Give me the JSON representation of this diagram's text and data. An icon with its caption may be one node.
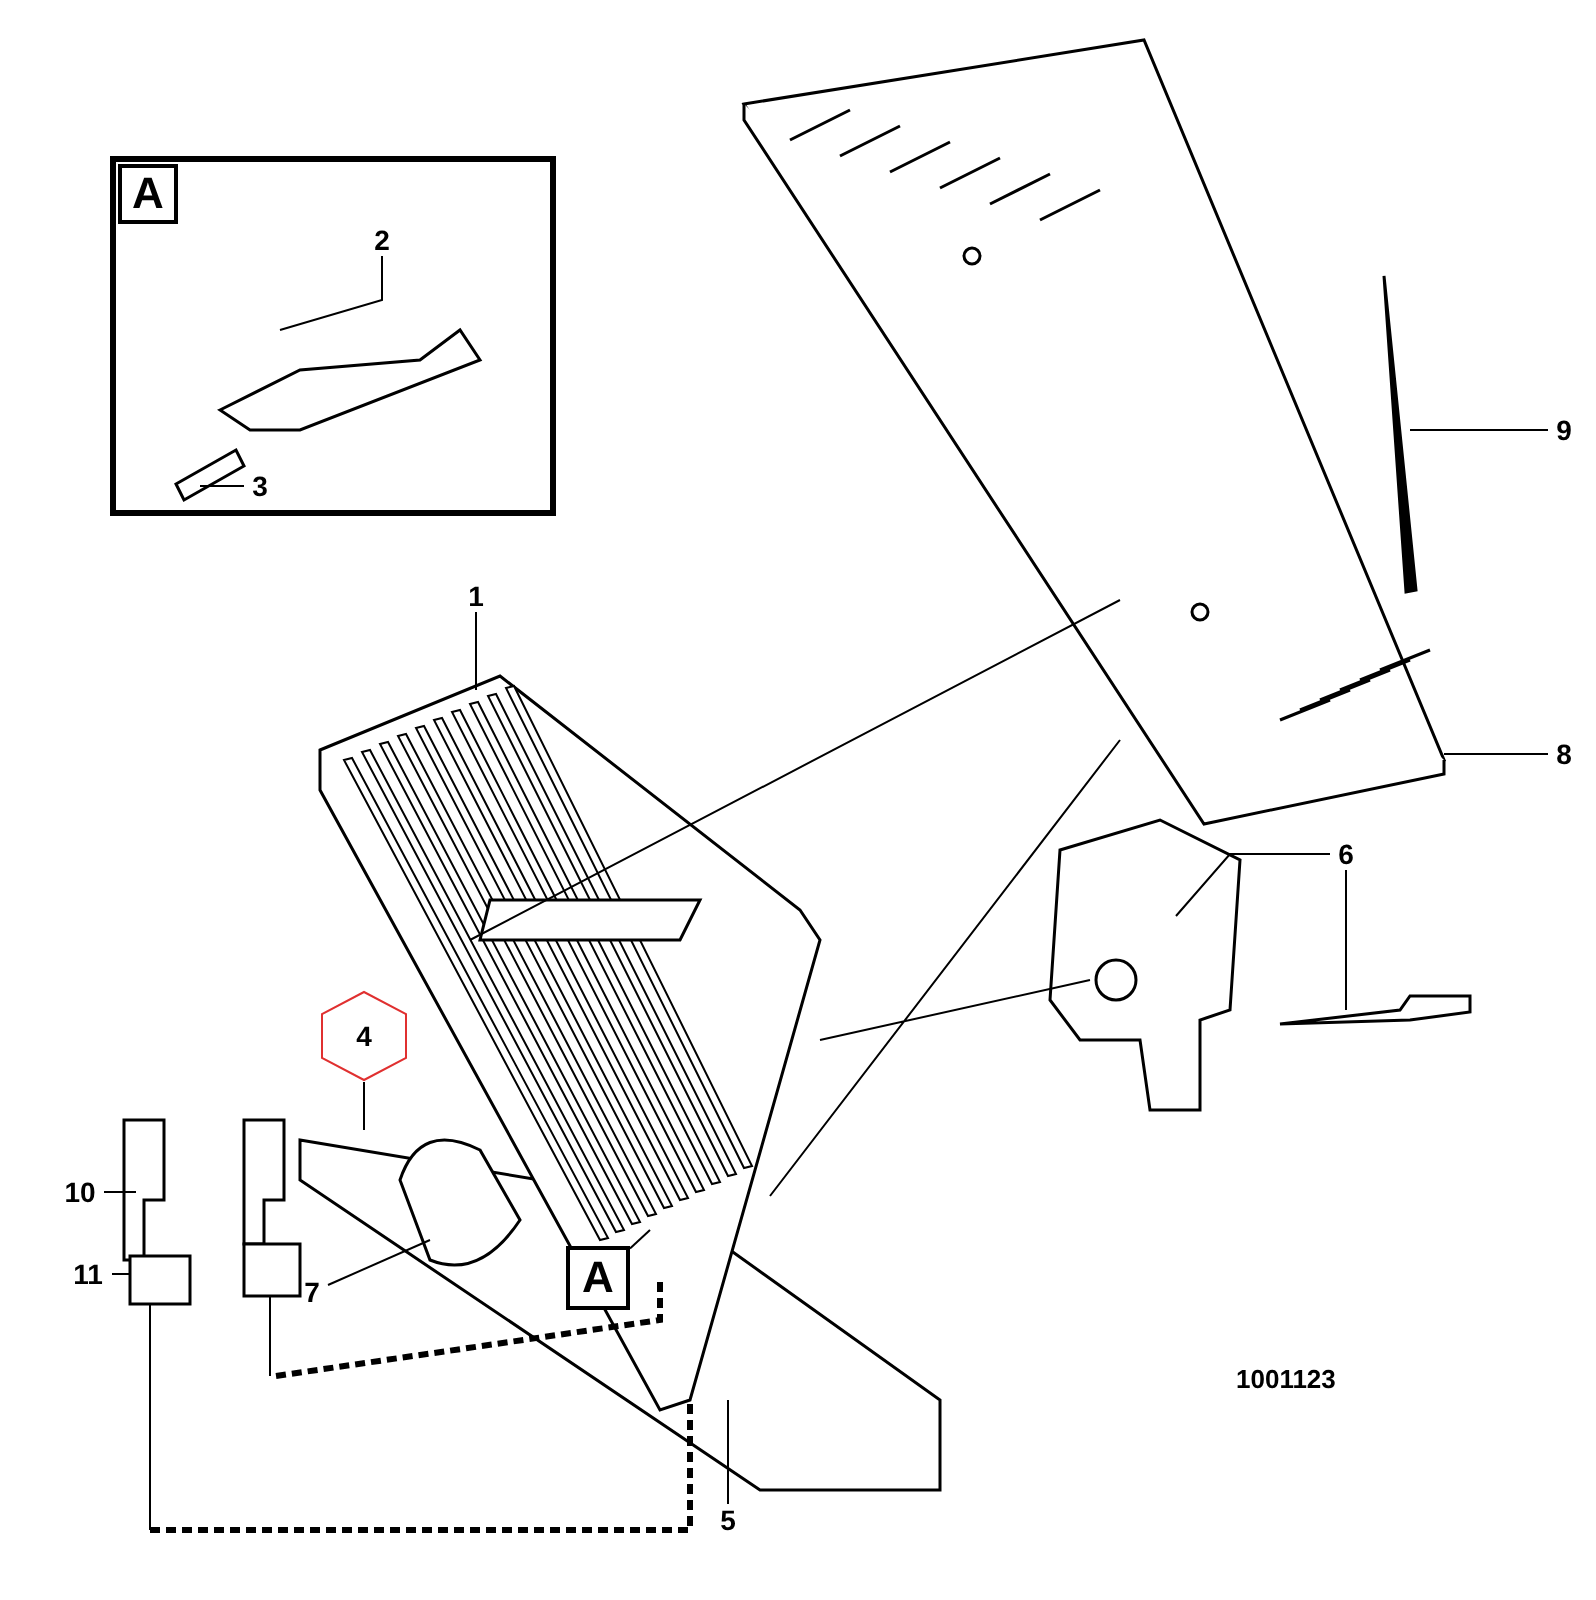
{
  "diagram": {
    "nodes": [
      {
        "text": [],
        "shape": "box"
      },
      {
        "text": [
          "A"
        ],
        "in": 0
      },
      {
        "text": [
          "2"
        ],
        "in": 0
      },
      {
        "text": [
          "3"
        ],
        "in": 0
      },
      {
        "text": [
          "1"
        ]
      },
      {
        "text": [
          "9"
        ]
      },
      {
        "text": [
          "8"
        ]
      },
      {
        "text": [
          "6"
        ]
      },
      {
        "text": [
          "4"
        ]
      },
      {
        "text": [
          "10"
        ]
      },
      {
        "text": [
          "7"
        ]
      },
      {
        "text": [
          "11"
        ]
      },
      {
        "text": [
          "A"
        ]
      },
      {
        "text": [
          "5"
        ]
      }
    ],
    "edges": [
      {
        "from": 2,
        "to": null,
        "arrow": "none"
      },
      {
        "from": 3,
        "to": null,
        "arrow": "none"
      },
      {
        "from": 4,
        "to": null,
        "arrow": "none"
      },
      {
        "from": 5,
        "to": null,
        "arrow": "none"
      },
      {
        "from": 6,
        "to": null,
        "arrow": "none"
      },
      {
        "from": 7,
        "to": null,
        "arrow": "none"
      },
      {
        "from": 7,
        "to": null,
        "arrow": "none"
      },
      {
        "from": 8,
        "to": null,
        "arrow": "none"
      },
      {
        "from": 9,
        "to": null,
        "arrow": "none"
      },
      {
        "from": 10,
        "to": null,
        "arrow": "none"
      },
      {
        "from": 11,
        "to": null,
        "arrow": "none"
      },
      {
        "from": 12,
        "to": null,
        "arrow": "none"
      },
      {
        "from": 13,
        "to": null,
        "arrow": "none"
      }
    ],
    "labels": [
      "1001123"
    ]
  }
}
